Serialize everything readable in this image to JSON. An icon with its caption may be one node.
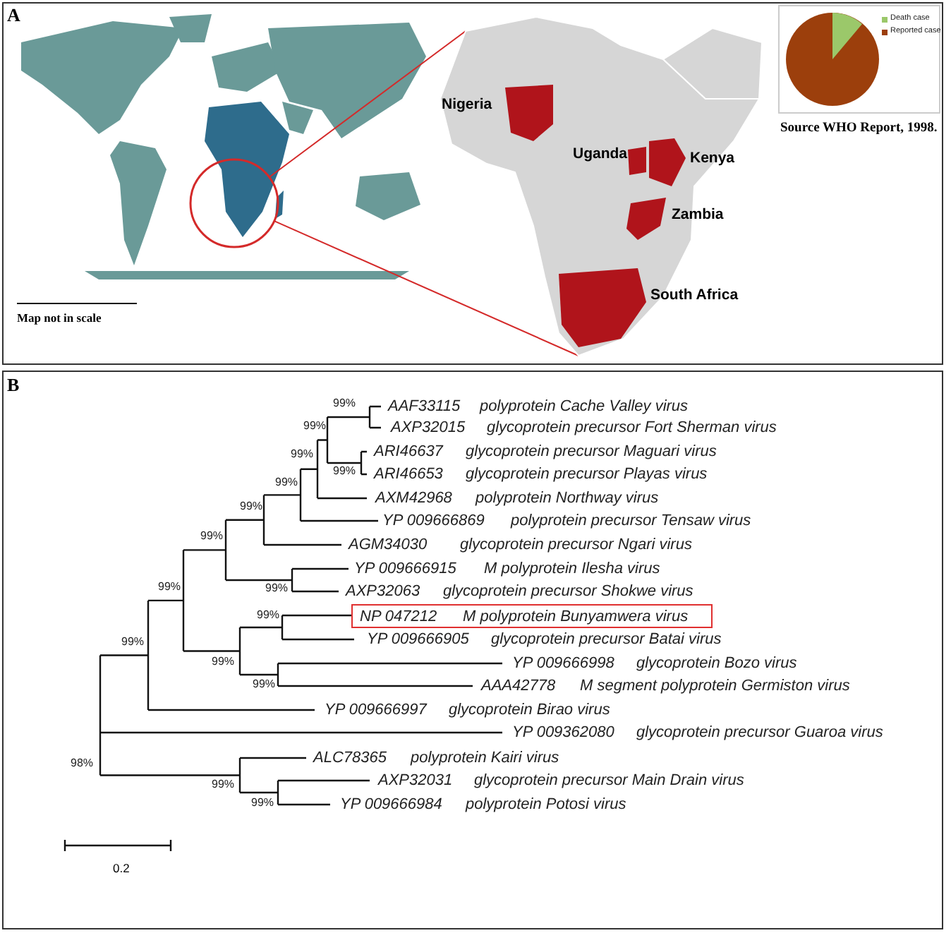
{
  "diagram": {
    "nodes": [
      {
        "text": [],
        "shape": "circle"
      },
      {
        "text": [],
        "shape": "picture"
      },
      {
        "text": [
          "NP 047212",
          "M polyprotein Bunyamwera virus"
        ]
      }
    ],
    "edges": [
      {
        "from": 0,
        "to": 1,
        "arrow": "none"
      },
      {
        "from": 0,
        "to": 1,
        "arrow": "none"
      }
    ],
    "labels": [
      "A",
      "Source WHO Report, 1998.",
      "Nigeria",
      "Uganda",
      "Kenya",
      "Zambia",
      "South Africa",
      "Map not in scale",
      "B",
      "99%",
      "AAF33115",
      "polyprotein Cache Valley virus",
      "99%",
      "AXP32015",
      "glycoprotein precursor Fort Sherman virus",
      "99%",
      "ARI46637",
      "glycoprotein precursor Maguari virus",
      "99%",
      "ARI46653",
      "glycoprotein precursor Playas virus",
      "99%",
      "AXM42968",
      "polyprotein Northway virus",
      "99%",
      "YP 009666869",
      "polyprotein precursor Tensaw virus",
      "99%",
      "AGM34030",
      "glycoprotein precursor Ngari virus",
      "YP 009666915",
      "M polyprotein Ilesha virus",
      "99%",
      "99%",
      "AXP32063",
      "glycoprotein precursor Shokwe virus",
      "99%",
      "YP 009666905",
      "glycoprotein precursor Batai virus",
      "99%",
      "99%",
      "YP 009666998",
      "glycoprotein Bozo virus",
      "99%",
      "AAA42778",
      "M segment polyprotein Germiston virus",
      "YP 009666997",
      "glycoprotein Birao virus",
      "YP 009362080",
      "glycoprotein precursor Guaroa virus",
      "ALC78365",
      "polyprotein Kairi virus",
      "98%",
      "AXP32031",
      "glycoprotein precursor Main Drain virus",
      "99%",
      "YP 009666984",
      "polyprotein Potosi virus",
      "99%",
      "0.2"
    ],
    "legend": [
      {
        "text": "Death case",
        "color": "#9bc86a"
      },
      {
        "text": "Reported case",
        "color": "#9c3f0c"
      }
    ]
  }
}
